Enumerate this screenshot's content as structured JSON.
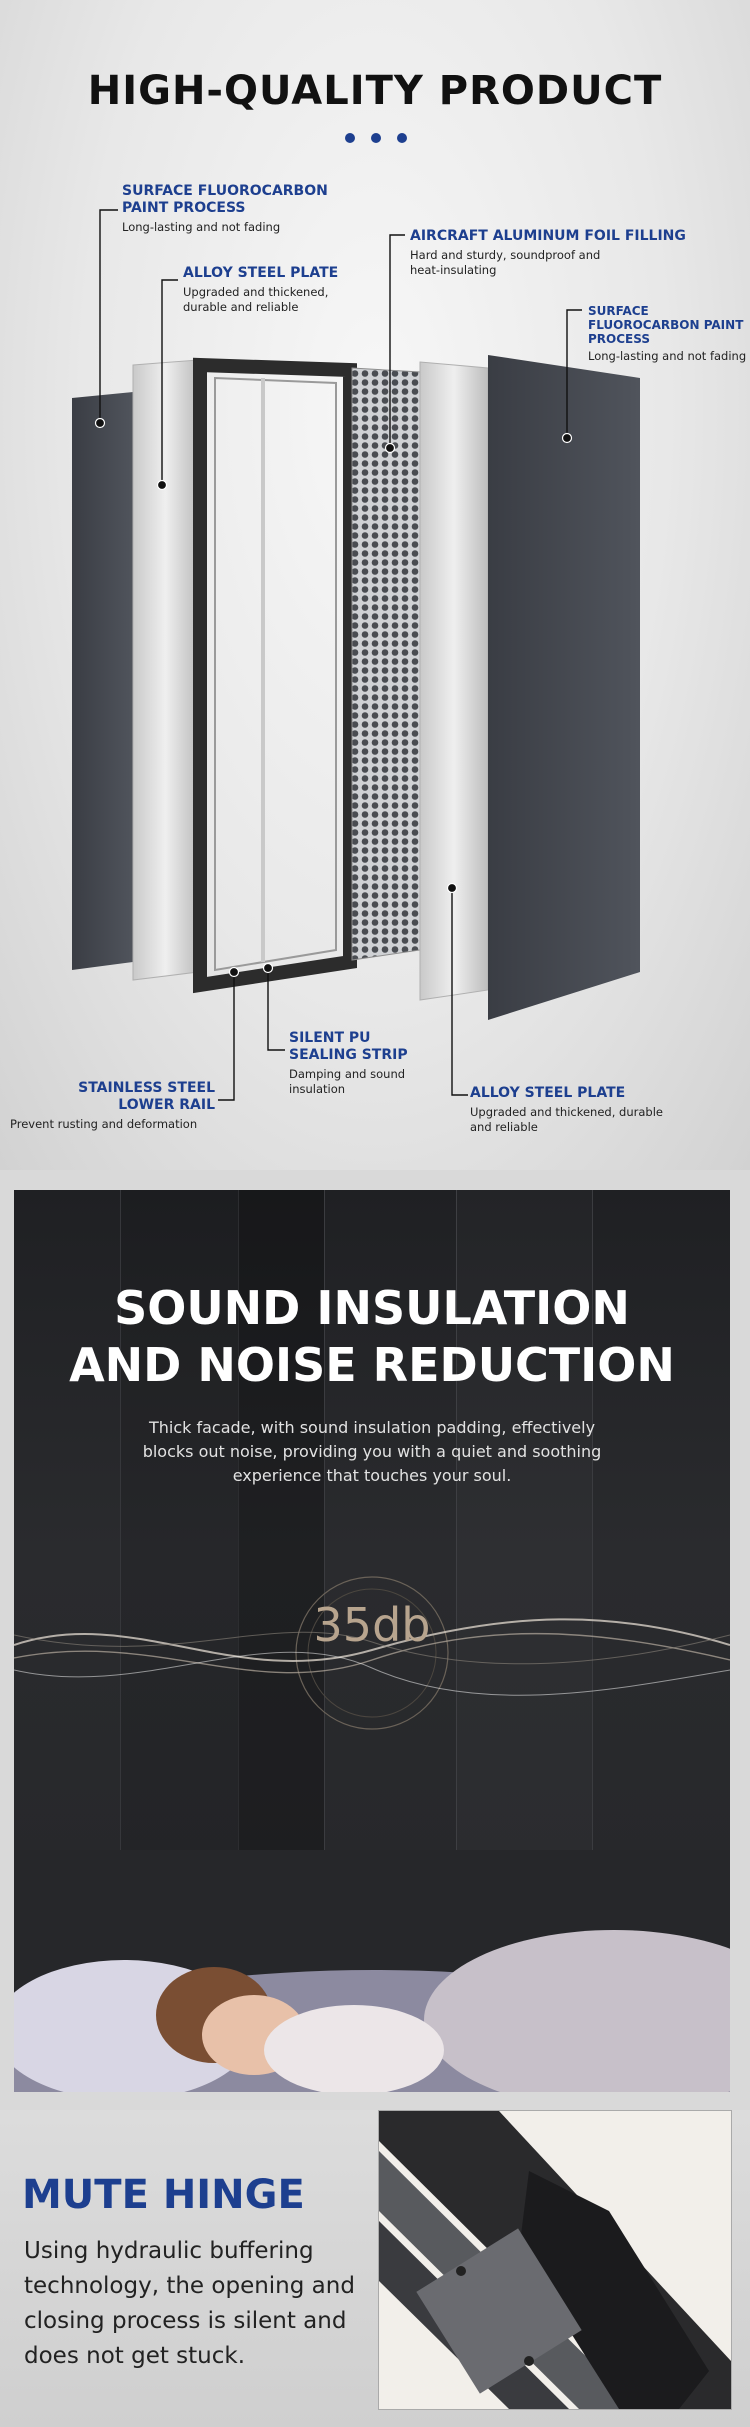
{
  "product": {
    "title": "HIGH-QUALITY PRODUCT",
    "labels": [
      {
        "heading": "SURFACE FLUOROCARBON PAINT PROCESS",
        "desc": "Long-lasting and not fading"
      },
      {
        "heading": "ALLOY STEEL PLATE",
        "desc": "Upgraded and thickened, durable and reliable"
      },
      {
        "heading": "AIRCRAFT ALUMINUM FOIL FILLING",
        "desc": "Hard and sturdy, soundproof and heat-insulating"
      },
      {
        "heading": "SURFACE FLUOROCARBON PAINT PROCESS",
        "desc": "Long-lasting and not fading"
      },
      {
        "heading": "SILENT PU SEALING STRIP",
        "desc": "Damping and sound insulation"
      },
      {
        "heading": "STAINLESS STEEL LOWER RAIL",
        "desc": "Prevent rusting and deformation"
      },
      {
        "heading": "ALLOY STEEL PLATE",
        "desc": "Upgraded and thickened, durable and reliable"
      }
    ]
  },
  "sound": {
    "title_line1": "SOUND INSULATION",
    "title_line2": "AND NOISE REDUCTION",
    "text": "Thick facade, with sound insulation padding, effectively blocks out noise, providing you with a quiet and soothing experience that touches your soul.",
    "decibel": "35db"
  },
  "hinge": {
    "title": "MUTE HINGE",
    "text": "Using hydraulic buffering technology, the opening and closing process is silent and does not get stuck."
  },
  "colors": {
    "accent": "#1d3f8f",
    "panel_dark": "#3f434b"
  }
}
